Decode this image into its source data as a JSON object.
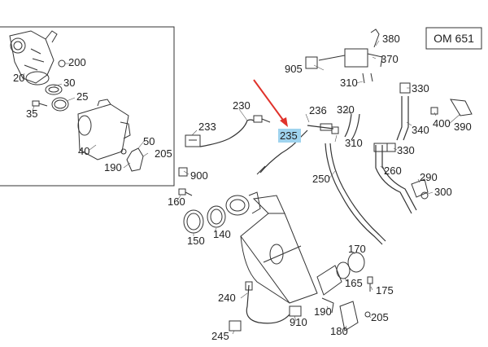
{
  "engine_code": "OM 651",
  "highlight_color": "#9fd3ee",
  "arrow_color": "#e0322b",
  "callouts": {
    "p20": "20",
    "p30": "30",
    "p25": "25",
    "p35": "35",
    "p200": "200",
    "p40": "40",
    "p50": "50",
    "p190a": "190",
    "p205a": "205",
    "p233": "233",
    "p230": "230",
    "p900": "900",
    "p235": "235",
    "p236": "236",
    "p310a": "310",
    "p310b": "310",
    "p320": "320",
    "p380": "380",
    "p370": "370",
    "p905": "905",
    "p330a": "330",
    "p330b": "330",
    "p340": "340",
    "p400": "400",
    "p390": "390",
    "p250": "250",
    "p260": "260",
    "p290": "290",
    "p300": "300",
    "p160": "160",
    "p150": "150",
    "p140": "140",
    "p170": "170",
    "p165": "165",
    "p175": "175",
    "p240": "240",
    "p245": "245",
    "p910": "910",
    "p190b": "190",
    "p180": "180",
    "p205b": "205"
  }
}
